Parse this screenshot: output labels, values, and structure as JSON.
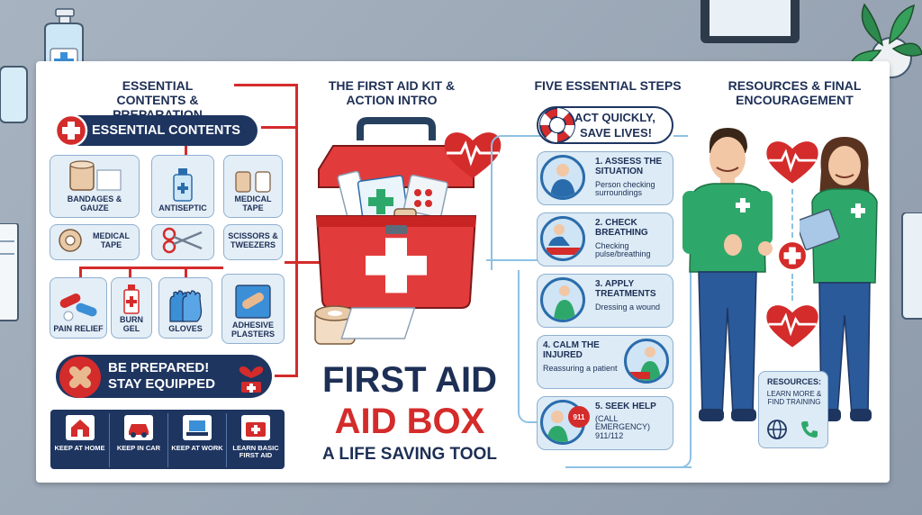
{
  "sections": {
    "contents_heading": "ESSENTIAL CONTENTS & PREPARATION",
    "kit_heading": "THE FIRST AID KIT & ACTION INTRO",
    "steps_heading": "FIVE ESSENTIAL STEPS",
    "resources_heading": "RESOURCES & FINAL ENCOURAGEMENT"
  },
  "contents": {
    "pill": "ESSENTIAL CONTENTS",
    "items": [
      "BANDAGES & GAUZE",
      "ANTISEPTIC",
      "MEDICAL TAPE",
      "MEDICAL TAPE",
      "SCISSORS & TWEEZERS",
      "PAIN RELIEF",
      "BURN GEL",
      "GLOVES",
      "ADHESIVE PLASTERS"
    ]
  },
  "prepared": {
    "line1": "BE PREPARED!",
    "line2": "STAY EQUIPPED"
  },
  "uses": [
    "KEEP AT HOME",
    "KEEP IN CAR",
    "KEEP AT WORK",
    "LEARN BASIC FIRST AID"
  ],
  "title": {
    "line1": "FIRST AID",
    "line2": "AID BOX",
    "subtitle": "A LIFE SAVING TOOL"
  },
  "act": {
    "line1": "ACT QUICKLY,",
    "line2": "SAVE LIVES!"
  },
  "steps": [
    {
      "title": "1. ASSESS THE SITUATION",
      "desc": "Person checking surroundings"
    },
    {
      "title": "2. CHECK BREATHING",
      "desc": "Checking pulse/breathing"
    },
    {
      "title": "3. APPLY TREATMENTS",
      "desc": "Dressing a wound"
    },
    {
      "title": "4. CALM THE INJURED",
      "desc": "Reassuring a patient"
    },
    {
      "title": "5. SEEK HELP",
      "desc": "(CALL EMERGENCY) 911/112",
      "badge": "911"
    }
  ],
  "resources": {
    "line1": "RESOURCES:",
    "line2": "LEARN MORE & FIND TRAINING"
  },
  "colors": {
    "navy": "#1e3560",
    "red": "#d42b2b",
    "light_blue": "#8ec1e3",
    "green_scrubs": "#2ea86a"
  }
}
